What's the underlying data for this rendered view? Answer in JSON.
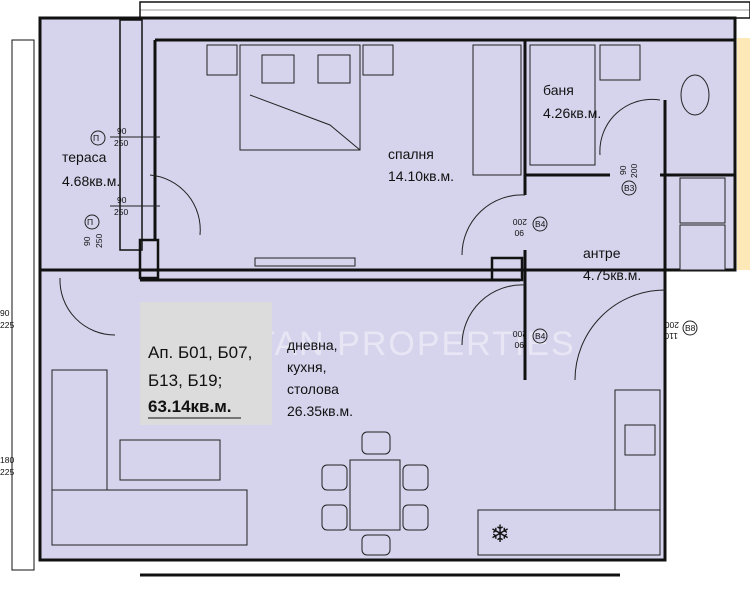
{
  "colors": {
    "floor": "#d6d3ec",
    "label_box": "#dcdcdc",
    "neighbor_strip": "#fde9b8",
    "walls": "#111111"
  },
  "watermark": "TITAN PROPERTIES",
  "apartment": {
    "line1": "Ап. Б01, Б07,",
    "line2": "Б13, Б19;",
    "total_area": "63.14кв.м."
  },
  "rooms": {
    "terrace": {
      "name": "тераса",
      "area": "4.68кв.м."
    },
    "bedroom": {
      "name": "спалня",
      "area": "14.10кв.м."
    },
    "bathroom": {
      "name": "баня",
      "area": "4.26кв.м."
    },
    "hall": {
      "name": "антре",
      "area": "4.75кв.м."
    },
    "living": {
      "line1": "дневна,",
      "line2": "кухня,",
      "line3": "столова",
      "area": "26.35кв.м."
    }
  },
  "dimensions": {
    "terrace_window_1": {
      "w": "90",
      "h": "250"
    },
    "terrace_door": {
      "w": "90",
      "h": "250"
    },
    "terrace_door_vertical": {
      "w": "90",
      "h": "250"
    },
    "living_window_1": {
      "w": "90",
      "h": "225"
    },
    "living_window_2": {
      "w": "180",
      "h": "225"
    },
    "bath_door": {
      "w": "90",
      "h": "200",
      "tag": "В3"
    },
    "bedroom_door": {
      "w": "90",
      "h": "200",
      "tag": "В4"
    },
    "living_door": {
      "w": "90",
      "h": "200",
      "tag": "В4"
    },
    "entry_door": {
      "w": "110",
      "h": "200",
      "tag": "В8"
    }
  }
}
